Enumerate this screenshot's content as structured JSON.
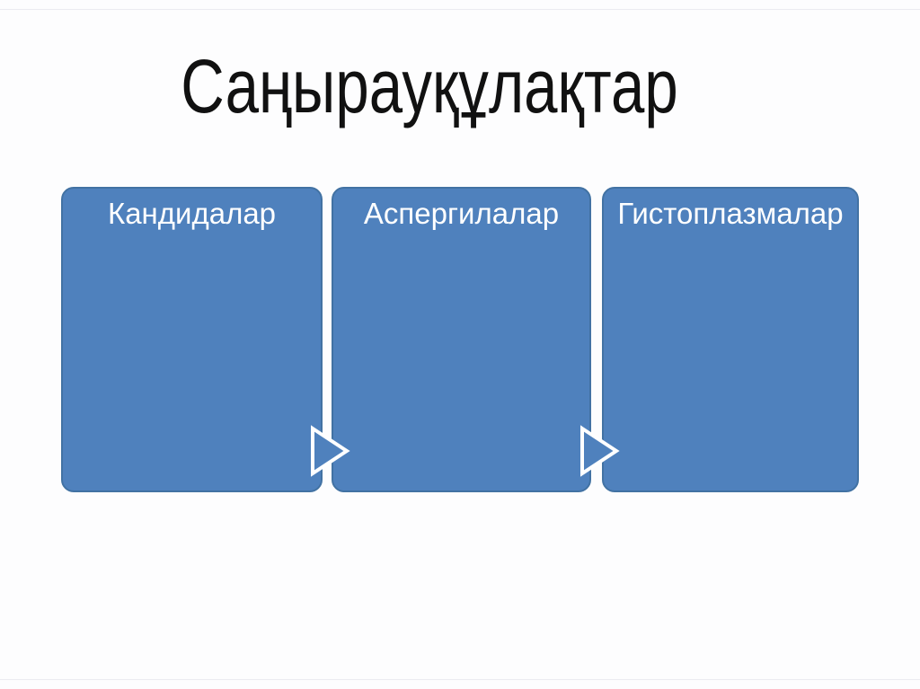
{
  "slide": {
    "title": "Саңырауқұлақтар",
    "background": "#ffffff",
    "edge_line_color": "#ebebf0"
  },
  "diagram": {
    "type": "process-flow",
    "boxes": [
      {
        "label": "Кандидалар"
      },
      {
        "label": "Аспергилалар"
      },
      {
        "label": "Гистоплазмалар"
      }
    ],
    "arrow_icon": "right-pointing-triangle",
    "colors": {
      "box_fill": "#4f81bd",
      "box_border": "#4272a3",
      "box_text": "#ffffff",
      "arrow_fill": "#4f81bd",
      "arrow_outline": "#ffffff",
      "title_text": "#111111"
    }
  }
}
